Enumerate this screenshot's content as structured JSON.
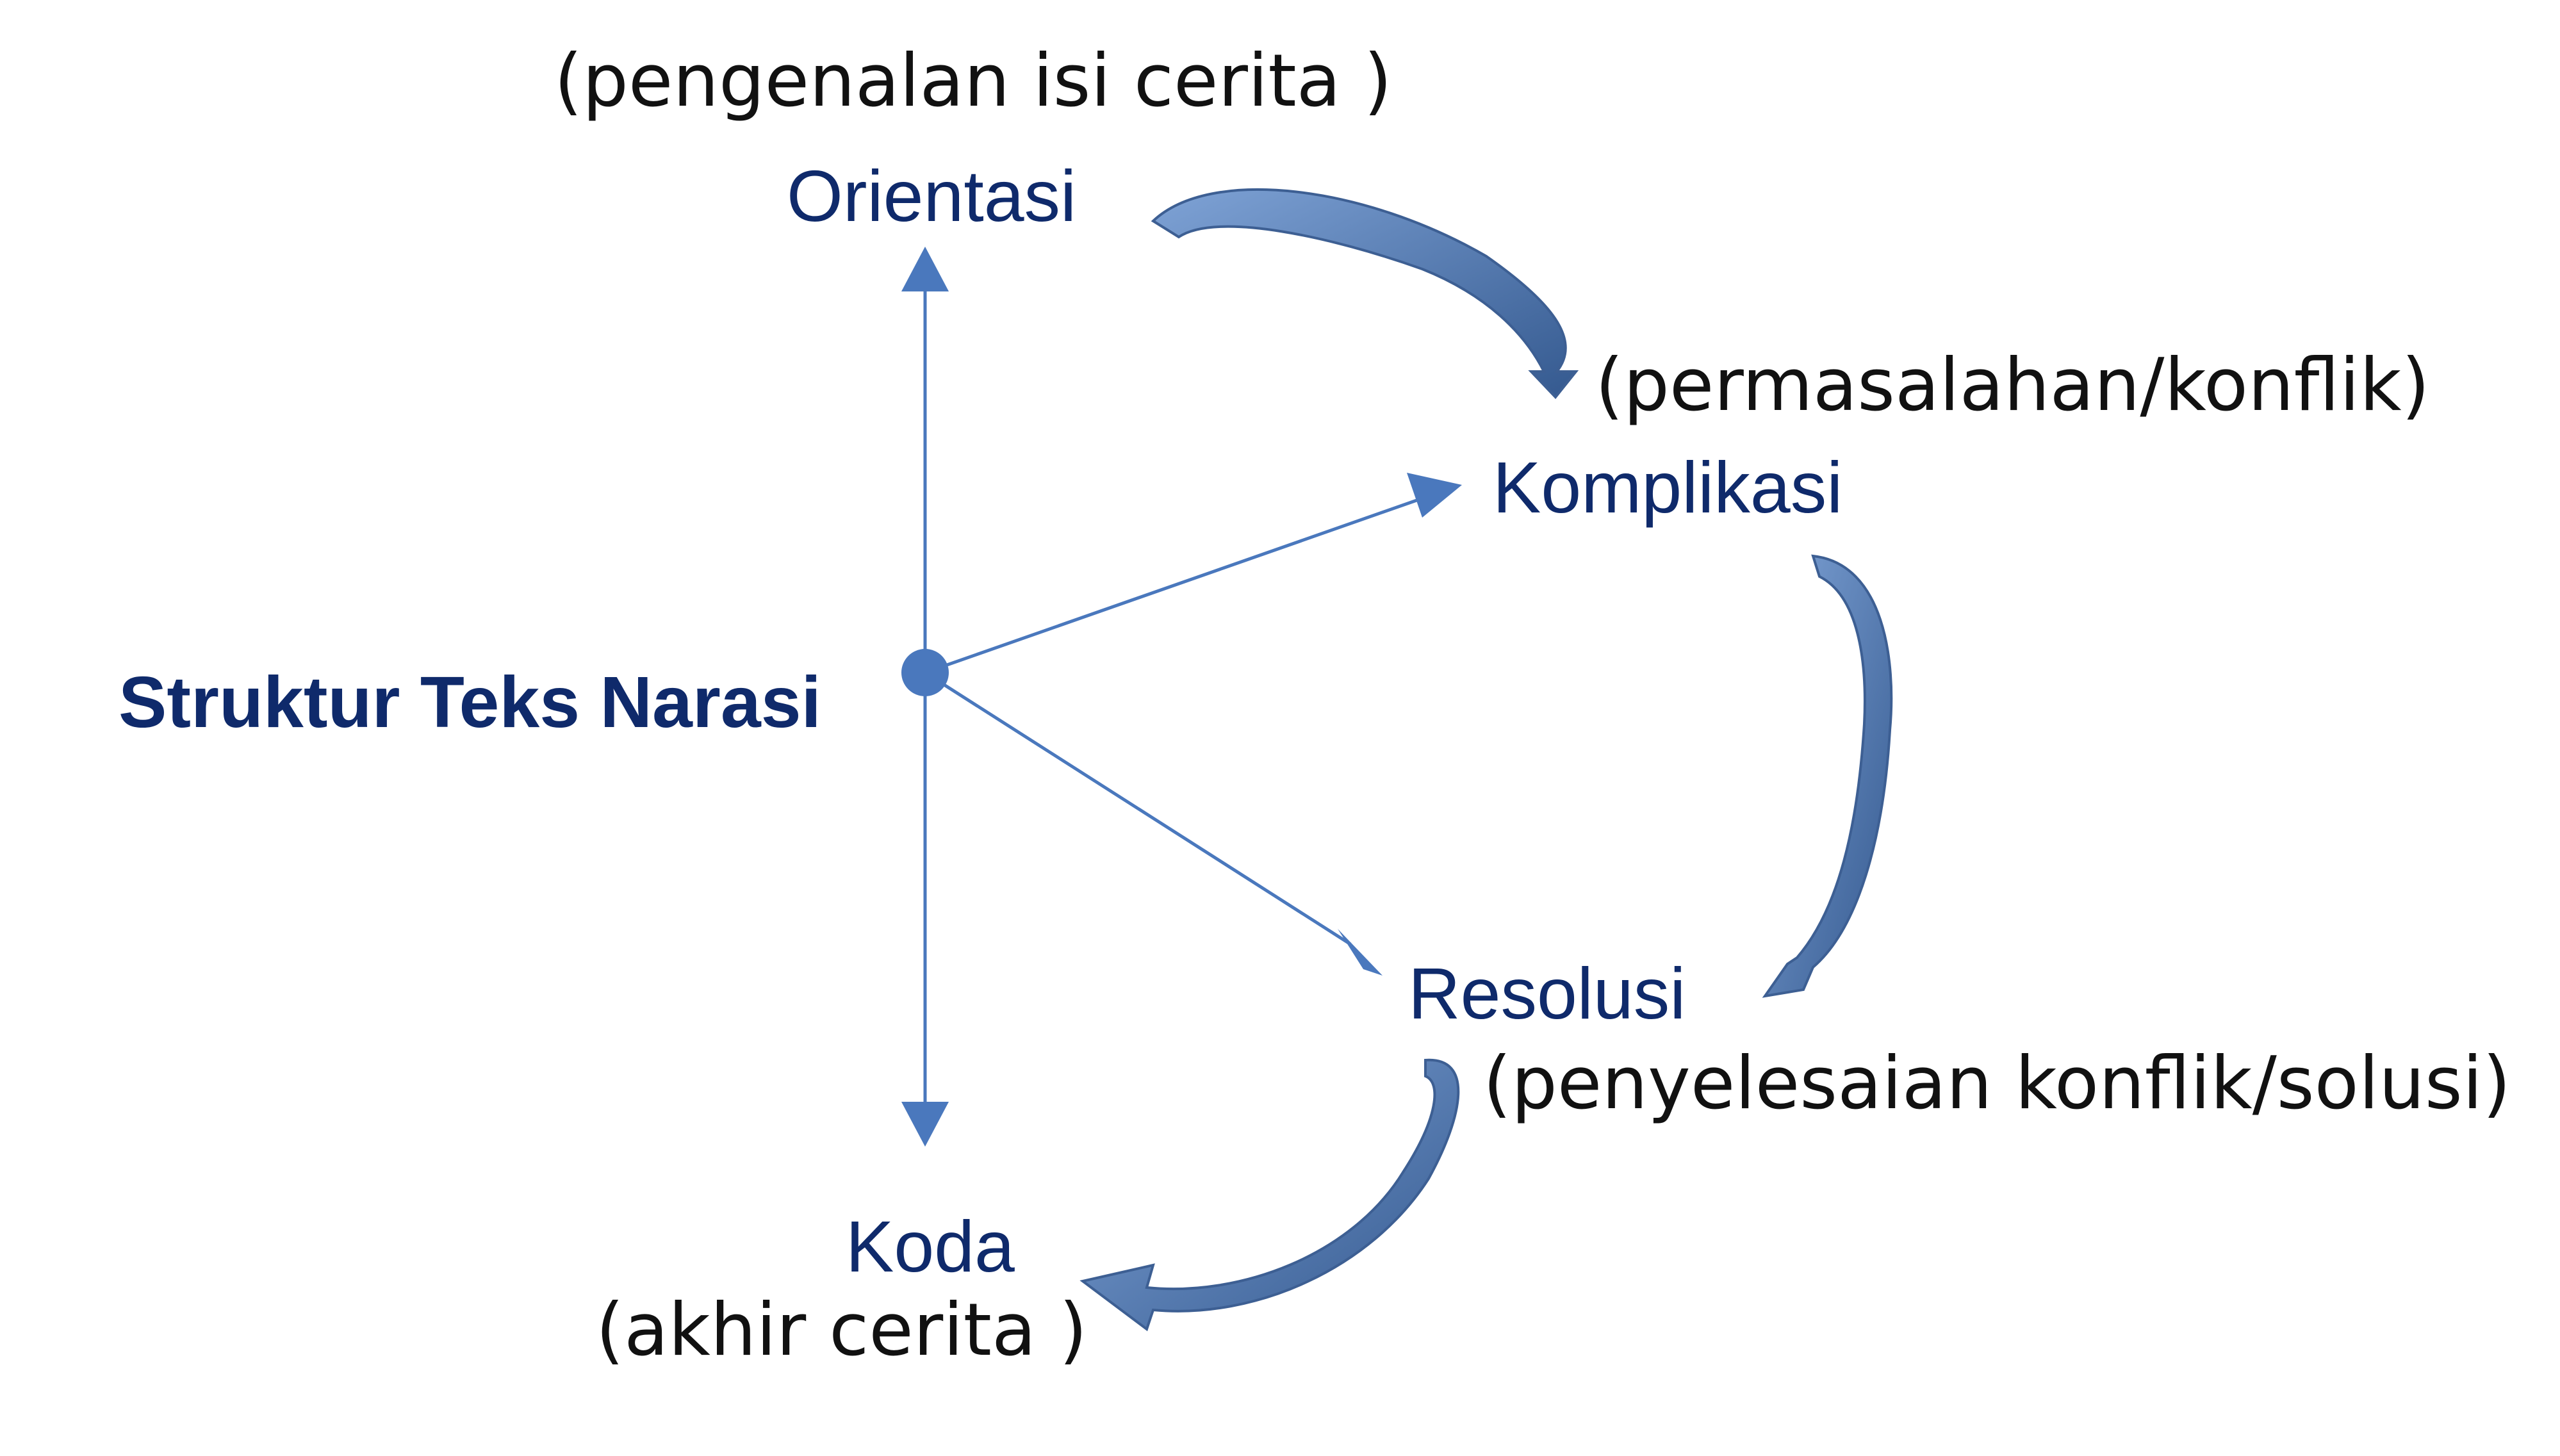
{
  "diagram": {
    "root": {
      "label": "Struktur Teks Narasi"
    },
    "nodes": [
      {
        "id": "orientasi",
        "label": "Orientasi",
        "description": "(pengenalan isi cerita )"
      },
      {
        "id": "komplikasi",
        "label": "Komplikasi",
        "description": "(permasalahan/konflik)"
      },
      {
        "id": "resolusi",
        "label": "Resolusi",
        "description": "(penyelesaian konflik/solusi)"
      },
      {
        "id": "koda",
        "label": "Koda",
        "description": "(akhir cerita )"
      }
    ],
    "edges": [
      {
        "from": "root",
        "to": "orientasi",
        "style": "thin"
      },
      {
        "from": "root",
        "to": "komplikasi",
        "style": "thin"
      },
      {
        "from": "root",
        "to": "resolusi",
        "style": "thin"
      },
      {
        "from": "root",
        "to": "koda",
        "style": "thin"
      },
      {
        "from": "orientasi",
        "to": "komplikasi",
        "style": "curved"
      },
      {
        "from": "komplikasi",
        "to": "resolusi",
        "style": "curved"
      },
      {
        "from": "resolusi",
        "to": "koda",
        "style": "curved"
      }
    ],
    "colors": {
      "title_text": "#0f2a6b",
      "description_text": "#111111",
      "line": "#4a78bd",
      "curved_arrow_light": "#6f95cc",
      "curved_arrow_dark": "#34598f"
    }
  }
}
